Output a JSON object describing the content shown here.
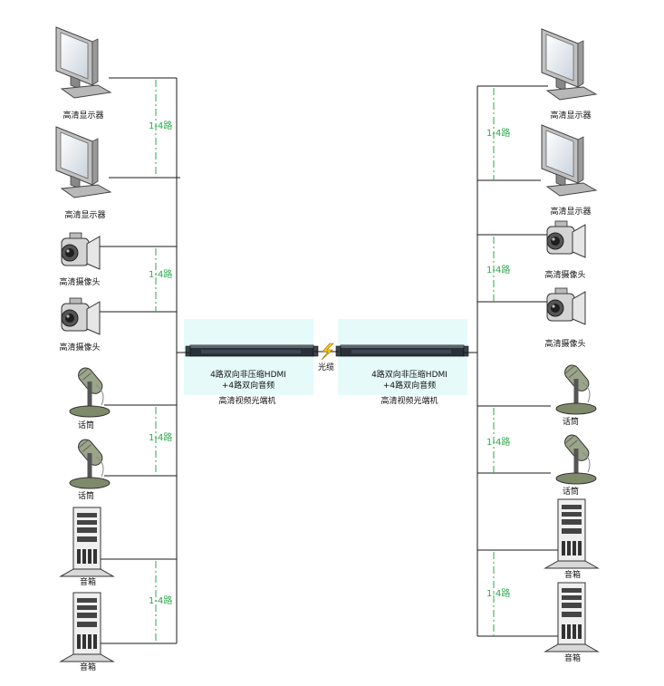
{
  "devices": {
    "monitor": "高清显示器",
    "camera": "高清摄像头",
    "mic": "话筒",
    "speaker": "音箱"
  },
  "channel_label": "1-4路",
  "transceiver": {
    "desc_line1": "4路双向非压缩HDMI",
    "desc_line2": "+4路双向音频",
    "name": "高清视频光端机"
  },
  "fiber_label": "光缆",
  "colors": {
    "panel": "#e6fafa",
    "channel": "#2aa84a",
    "fiber": "#ffcc00",
    "device": "#222222"
  }
}
